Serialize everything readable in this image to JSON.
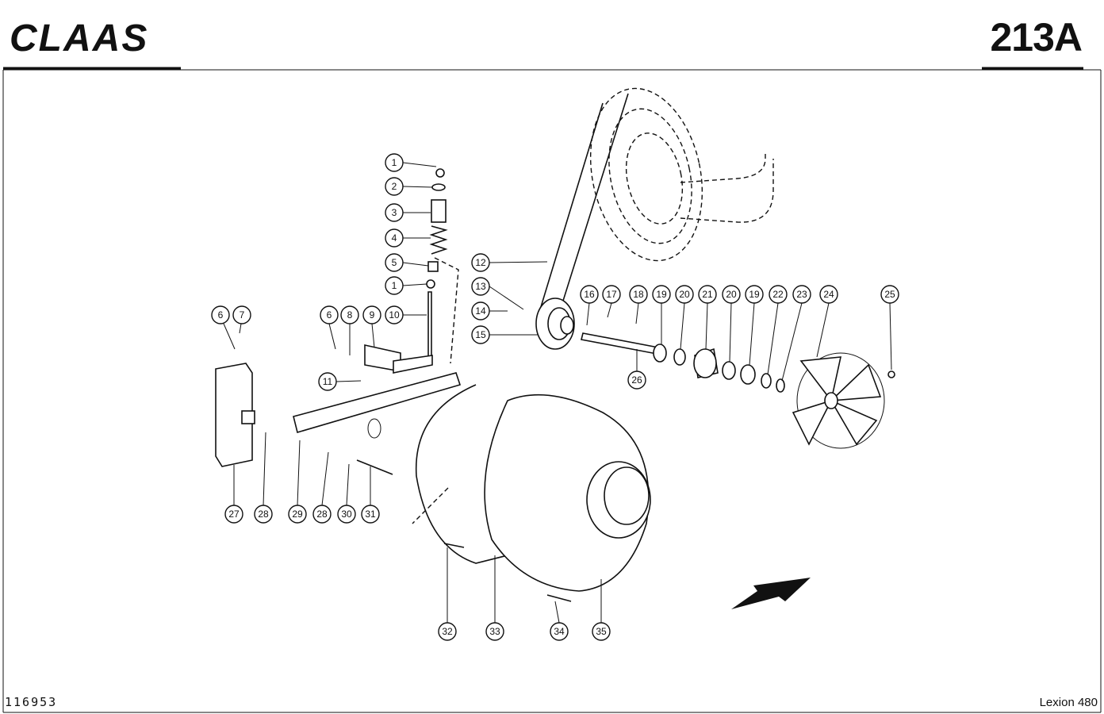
{
  "header": {
    "brand": "CLAAS",
    "page_number": "213A"
  },
  "footer": {
    "drawing_number": "116953",
    "model": "Lexion 480"
  },
  "callouts": [
    "1",
    "2",
    "3",
    "4",
    "5",
    "1",
    "6",
    "7",
    "6",
    "8",
    "9",
    "10",
    "11",
    "12",
    "13",
    "14",
    "15",
    "16",
    "17",
    "18",
    "19",
    "20",
    "21",
    "20",
    "19",
    "22",
    "23",
    "24",
    "25",
    "26",
    "27",
    "28",
    "29",
    "28",
    "30",
    "31",
    "32",
    "33",
    "34",
    "35"
  ],
  "colors": {
    "ink": "#111111",
    "paper": "#ffffff"
  },
  "icons": {
    "direction_arrow": "arrow-right-icon"
  }
}
